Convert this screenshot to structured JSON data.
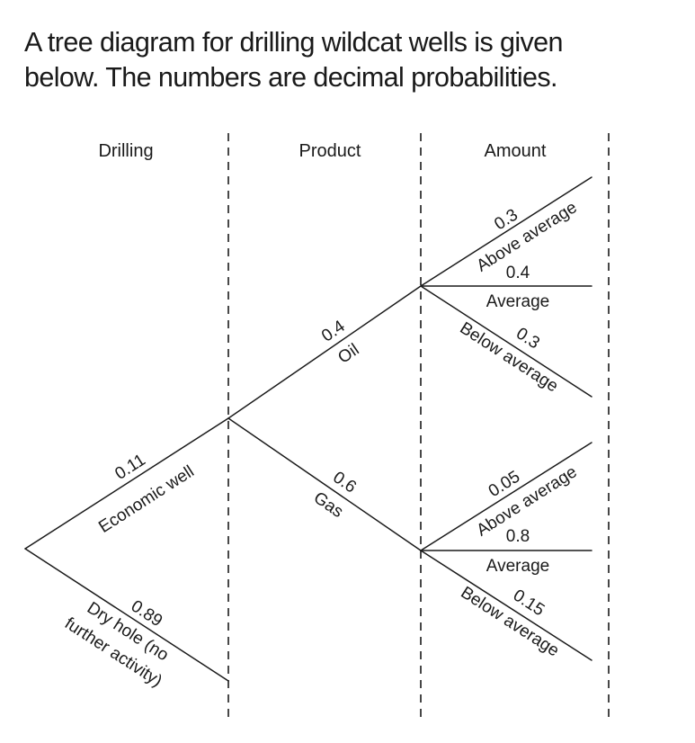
{
  "question": {
    "line1": "A tree diagram for drilling wildcat wells is given",
    "line2": "below. The numbers are decimal probabilities."
  },
  "columns": {
    "drilling": "Drilling",
    "product": "Product",
    "amount": "Amount"
  },
  "tree": {
    "economic_well": {
      "label": "Economic well",
      "probability": "0.11"
    },
    "dry_hole": {
      "label_line1": "Dry hole (no",
      "label_line2": "further activity)",
      "probability": "0.89"
    },
    "oil": {
      "label": "Oil",
      "probability": "0.4",
      "above": {
        "label": "Above average",
        "probability": "0.3"
      },
      "average": {
        "label": "Average",
        "probability": "0.4"
      },
      "below": {
        "label": "Below average",
        "probability": "0.3"
      }
    },
    "gas": {
      "label": "Gas",
      "probability": "0.6",
      "above": {
        "label": "Above average",
        "probability": "0.05"
      },
      "average": {
        "label": "Average",
        "probability": "0.8"
      },
      "below": {
        "label": "Below average",
        "probability": "0.15"
      }
    }
  },
  "colors": {
    "line": "#1a1a1a",
    "text": "#1a1a1a",
    "background": "#ffffff"
  }
}
